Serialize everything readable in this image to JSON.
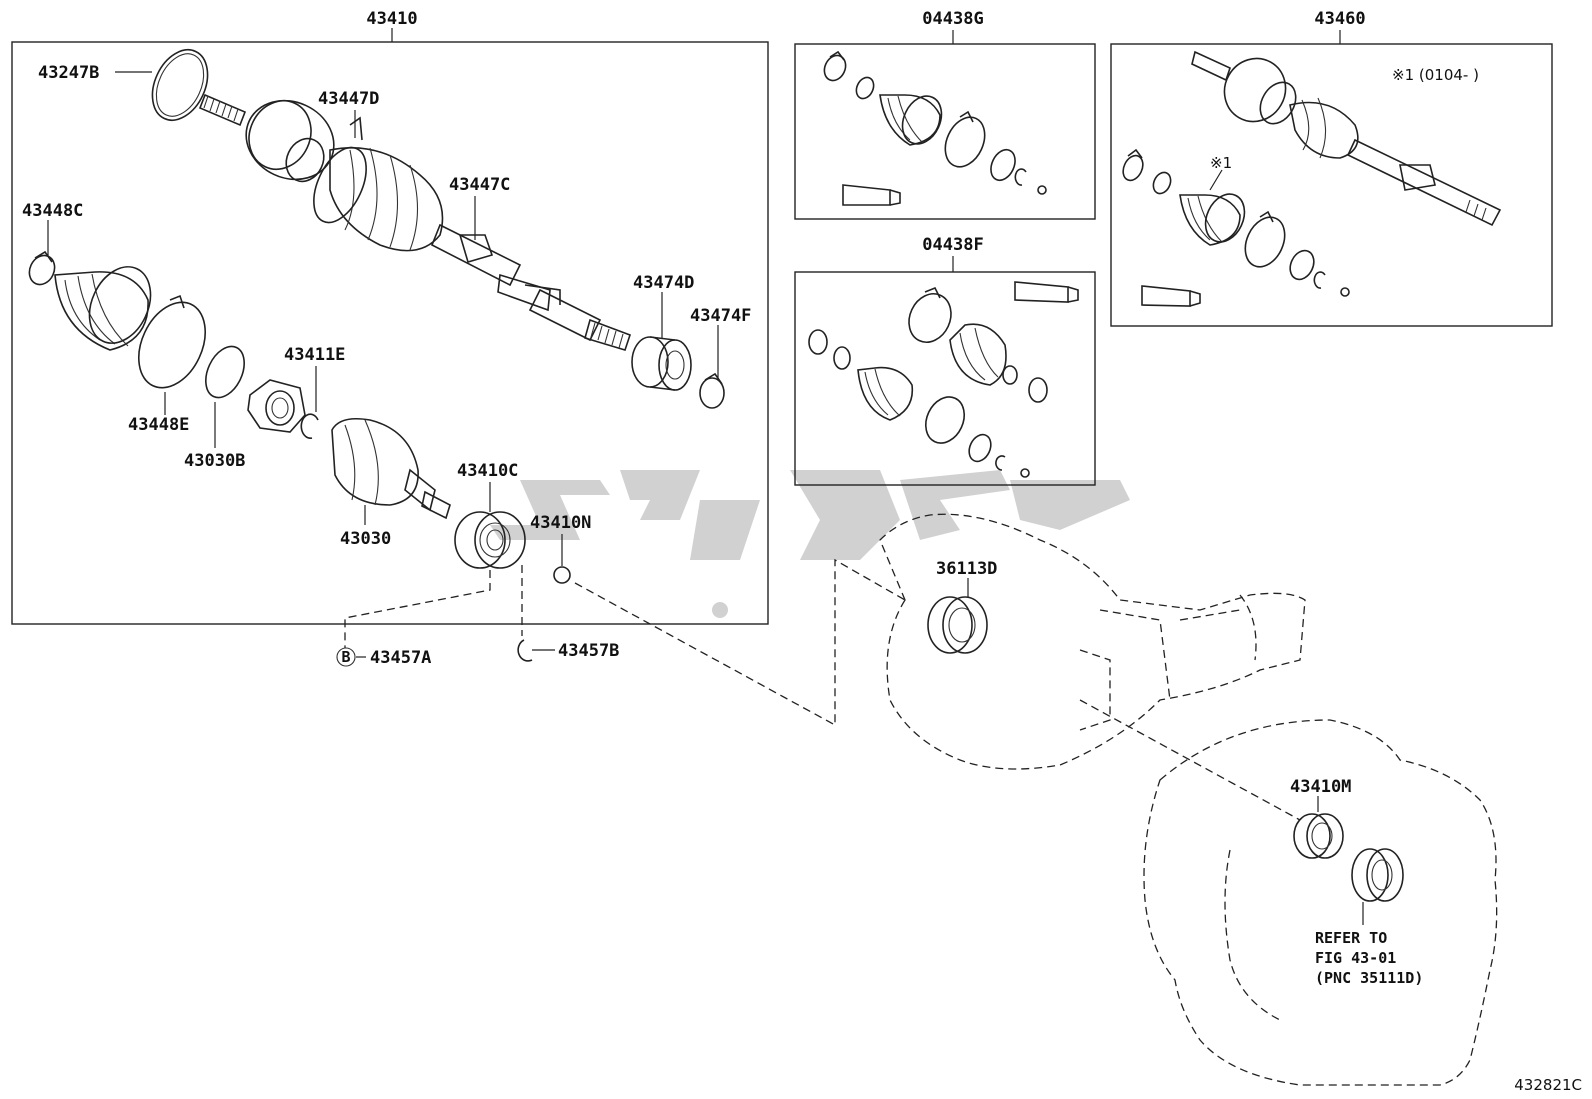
{
  "diagram": {
    "figure_number": "432821C",
    "groups": {
      "main_assembly": "43410",
      "boot_kit_g": "04438G",
      "boot_kit_f": "04438F",
      "rh_shaft": "43460"
    },
    "rh_note": "※1 (0104-        )",
    "rh_mark": "※1",
    "parts": {
      "p43247B": "43247B",
      "p43447D": "43447D",
      "p43447C": "43447C",
      "p43448C": "43448C",
      "p43474D": "43474D",
      "p43474F": "43474F",
      "p43411E": "43411E",
      "p43448E": "43448E",
      "p43030B": "43030B",
      "p43410C": "43410C",
      "p43410N": "43410N",
      "p43030": "43030",
      "p43457A": "43457A",
      "p43457B": "43457B",
      "p36113D": "36113D",
      "p43410M": "43410M"
    },
    "circle_mark": "B",
    "reference": {
      "line1": "REFER TO",
      "line2": "FIG 43-01",
      "line3": "(PNC 35111D)"
    }
  }
}
